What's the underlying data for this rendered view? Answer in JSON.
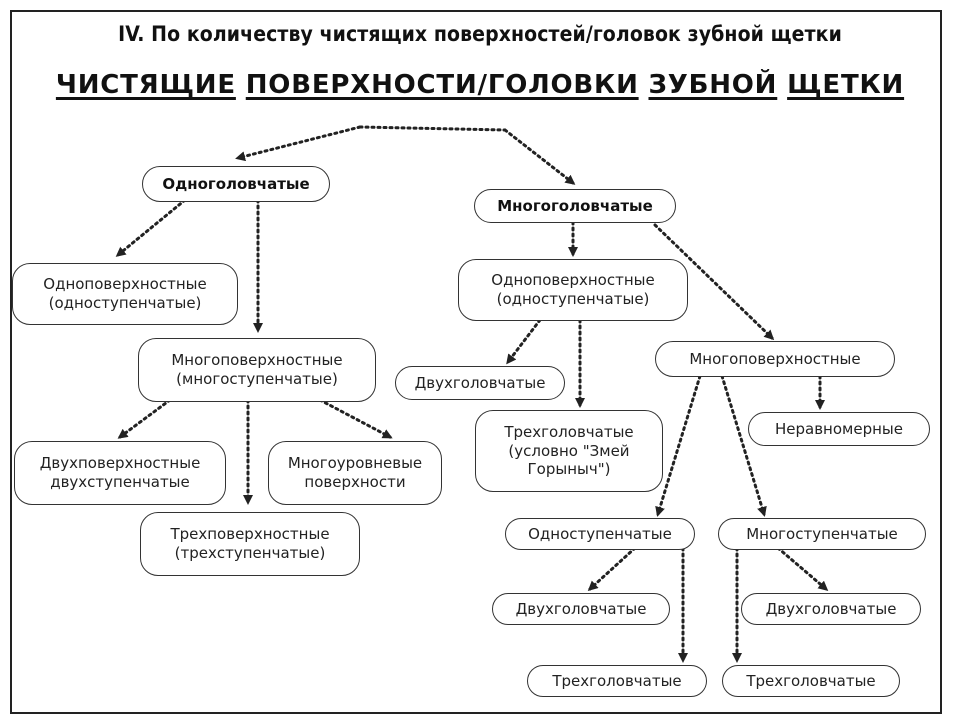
{
  "title": "IV. По количеству чистящих поверхностей/головок зубной щетки",
  "subtitle_parts": [
    "ЧИСТЯЩИЕ",
    "ПОВЕРХНОСТИ/ГОЛОВКИ",
    "ЗУБНОЙ",
    "ЩЕТКИ"
  ],
  "nodes": {
    "single_head": "Одноголовчатые",
    "single_head_single_surface": "Одноповерхностные\n(одноступенчатые)",
    "single_head_multi_surface": "Многоповерхностные\n(многоступенчатые)",
    "two_surface": "Двухповерхностные\nдвухступенчатые",
    "multi_level": "Многоуровневые\nповерхности",
    "three_surface": "Трехповерхностные\n(трехступенчатые)",
    "multi_head": "Многоголовчатые",
    "multi_head_single_surface": "Одноповерхностные\n(одноступенчатые)",
    "two_head_a": "Двухголовчатые",
    "three_head_a": "Трехголовчатые\n(условно \"Змей\nГорыныч\")",
    "multi_head_multi_surface": "Многоповерхностные",
    "uneven": "Неравномерные",
    "single_step": "Одноступенчатые",
    "multi_step": "Многоступенчатые",
    "two_head_b": "Двухголовчатые",
    "three_head_b": "Трехголовчатые",
    "two_head_c": "Двухголовчатые",
    "three_head_c": "Трехголовчатые"
  }
}
